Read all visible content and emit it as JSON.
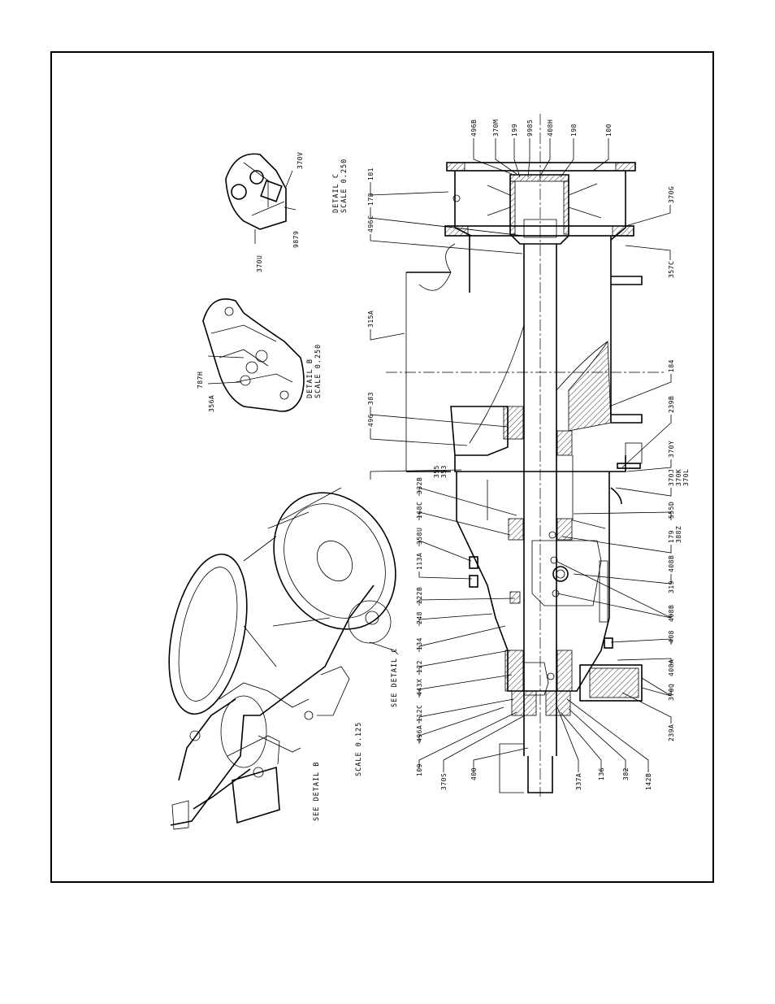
{
  "labels": {
    "l496b": "496B",
    "l370m": "370M",
    "l199": "199",
    "l9985": "9985",
    "l408h": "408H",
    "l198": "198",
    "l100": "100",
    "l101": "101",
    "l178": "178",
    "l496c": "496C",
    "l370g": "370G",
    "l357c": "357C",
    "l315a": "315A",
    "l184": "184",
    "l383": "383",
    "l496": "496",
    "l239b": "239B",
    "l370y": "370Y",
    "l370j": "370J",
    "l370k": "370K",
    "l370l": "370L",
    "l355": "355",
    "l353": "353",
    "l332b": "332B",
    "l168c": "168C",
    "l358u": "358U",
    "l555d": "555D",
    "l179": "179",
    "l388z": "388Z",
    "l408b1": "408B",
    "l319": "319",
    "l113a": "113A",
    "l222b": "222B",
    "l408b2": "408B",
    "l248": "248",
    "l134": "134",
    "l408": "408",
    "l122": "122",
    "l443x": "443X",
    "l408a": "408A",
    "l370q": "370Q",
    "l112c": "112C",
    "l496a": "496A",
    "l239a": "239A",
    "l109": "109",
    "l370s": "370S",
    "l400": "400",
    "l337a": "337A",
    "l136": "136",
    "l382": "382",
    "l142b": "142B",
    "l370u": "370U",
    "l9879": "9879",
    "l370v": "370V",
    "l787h": "787H",
    "l356a": "356A"
  },
  "captions": {
    "detail_c_title": "DETAIL  C",
    "detail_c_scale": "SCALE  0.250",
    "detail_b_title": "DETAIL  B",
    "detail_b_scale": "SCALE  0.250",
    "see_detail_c": "SEE DETAIL  C",
    "see_detail_b": "SEE DETAIL  B",
    "scale_main": "SCALE  0.125"
  }
}
